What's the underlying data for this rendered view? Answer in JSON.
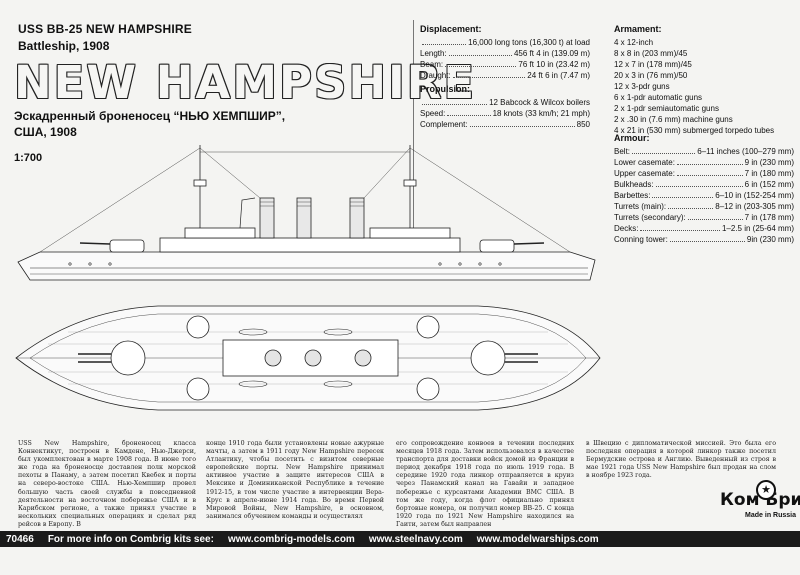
{
  "header": {
    "line1": "USS BB-25 NEW HAMPSHIRE",
    "line2": "Battleship, 1908",
    "big_title": "NEW HAMPSHIRE",
    "russian_line1": "Эскадренный броненосец “НЬЮ ХЕМПШИР”,",
    "russian_line2": "США, 1908",
    "scale": "1:700"
  },
  "displacement": {
    "title": "Displacement:",
    "rows": [
      {
        "label": "",
        "value": "16,000 long tons (16,300 t) at load"
      },
      {
        "label": "Length:",
        "value": "456 ft 4 in (139.09 m)"
      },
      {
        "label": "Beam:",
        "value": "76 ft 10 in (23.42 m)"
      },
      {
        "label": "Draught:",
        "value": "24 ft 6 in (7.47 m)"
      }
    ]
  },
  "propulsion": {
    "title": "Propulsion:",
    "rows": [
      {
        "label": "",
        "value": "12 Babcock & Wilcox boilers"
      },
      {
        "label": "Speed:",
        "value": "18 knots (33 km/h; 21 mph)"
      },
      {
        "label": "Complement:",
        "value": "850"
      }
    ]
  },
  "armament": {
    "title": "Armament:",
    "items": [
      "4 x 12-inch",
      "8 x 8 in (203 mm)/45",
      "12 x 7 in (178 mm)/45",
      "20 x 3 in (76 mm)/50",
      "12 x 3-pdr guns",
      "6 x 1-pdr automatic guns",
      "2 x 1-pdr semiautomatic guns",
      "2 x .30 in (7.6 mm) machine guns",
      "4 x 21 in (530 mm) submerged torpedo tubes"
    ]
  },
  "armour": {
    "title": "Armour:",
    "rows": [
      {
        "label": "Belt:",
        "value": "6–11 inches (100–279 mm)"
      },
      {
        "label": "Lower casemate:",
        "value": "9 in (230 mm)"
      },
      {
        "label": "Upper casemate:",
        "value": "7 in (180 mm)"
      },
      {
        "label": "Bulkheads:",
        "value": "6 in (152 mm)"
      },
      {
        "label": "Barbettes:",
        "value": "6–10 in (152-254 mm)"
      },
      {
        "label": "Turrets (main):",
        "value": "8–12 in (203-305 mm)"
      },
      {
        "label": "Turrets (secondary):",
        "value": "7 in (178 mm)"
      },
      {
        "label": "Decks:",
        "value": "1–2.5 in (25-64 mm)"
      },
      {
        "label": "Conning tower:",
        "value": "9in (230 mm)"
      }
    ]
  },
  "history": {
    "col1": "USS New Hampshire, броненосец класса Коннектикут, построен в Камдене, Нью-Джерси, был укомплектован в марте 1908 года. В июне того же года на броненосце доставлен полк морской пехоты в Панаму, а затем посетил Квебек и порты на северо-востоке США. Нью-Хемпшир провел большую часть своей службы в повседневной деятельности на восточном побережье США и в Карибском регионе, а также принял участие в нескольких специальных операциях и сделал ряд рейсов в Европу. В",
    "col2": "конце 1910 года были установлены новые ажурные мачты, а затем в 1911 году New Hampshire пересек Атлантику, чтобы посетить с визитом северные европейские порты. New Hampshire принимал активное участие в защите интересов США в Мексике и Доминиканской Республике в течение 1912-15, в том числе участие в интервенции Вера-Крус в апреле-июне 1914 года. Во время Первой Мировой Войны, New Hampshire, в основном, занимался обучением команды и осуществлял",
    "col3": "его сопровождение конвоев в течении последних месяцев 1918 года. Затем использовался в качестве транспорта для доставки войск домой из Франции в период декабря 1918 года по июль 1919 года. В середине 1920 года линкор отправляется в круиз через Панамский канал на Гавайи и западное побережье с курсантами Академии ВМС США. В том же году, когда флот официально принял бортовые номера, он получил номер BB-25. С конца 1920 года по 1921 New Hampshire находился на Гаити, затем был направлен",
    "col4": "в Швецию с дипломатической миссией. Это была его последняя операция в которой линкор также посетил Бермудские острова и Англию. Выведенный из строя в мае 1921 года USS New Hampshire был продан на слом в ноябре 1923 года."
  },
  "footer": {
    "code": "70466",
    "text": "For more info on Combrig kits see:",
    "links": [
      "www.combrig-models.com",
      "www.steelnavy.com",
      "www.modelwarships.com"
    ]
  },
  "logo": {
    "line1": "Ком Бриг",
    "made_in": "Made in Russia"
  }
}
